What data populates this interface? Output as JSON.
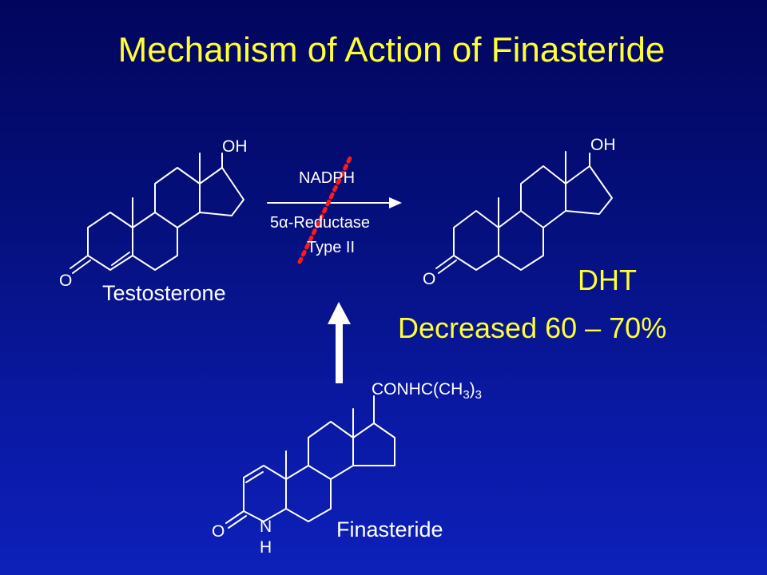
{
  "title": "Mechanism of Action of Finasteride",
  "testosterone": {
    "oh": "OH",
    "o": "O",
    "name": "Testosterone"
  },
  "reaction": {
    "cofactor": "NADPH",
    "alpha": "α",
    "enzyme_prefix": "5",
    "enzyme_suffix": "-Reductase",
    "enzyme_type": "Type II"
  },
  "dht": {
    "oh": "OH",
    "o": "O",
    "name": "DHT",
    "note": "Decreased 60 – 70%"
  },
  "finasteride": {
    "sub_a": "CONHC(CH",
    "sub_b": "3",
    "sub_c": ")",
    "sub_d": "3",
    "o": "O",
    "n": "N",
    "h": "H",
    "name": "Finasteride"
  },
  "colors": {
    "title": "#ffff33",
    "text": "#ffffff",
    "inhibition": "#ff1a1a",
    "background": "#05107e"
  }
}
